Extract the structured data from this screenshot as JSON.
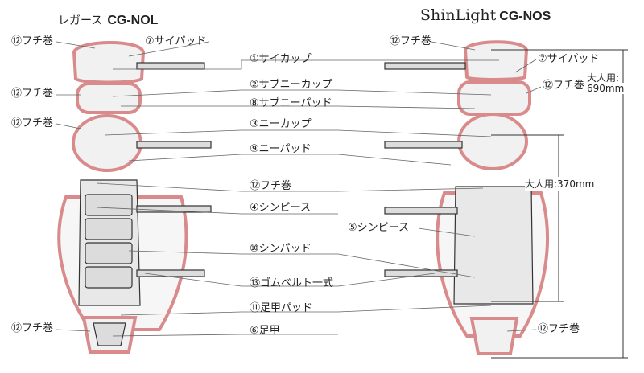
{
  "left_title": {
    "prefix": "レガース",
    "model": "CG-NOL"
  },
  "right_title": {
    "brand": "ShinLight",
    "model": "CG-NOS"
  },
  "center_labels": [
    "①サイカップ",
    "②サブニーカップ",
    "⑧サブニーパッド",
    "③ニーカップ",
    "⑨ニーパッド",
    "⑫フチ巻",
    "④シンピース",
    "⑩シンパッド",
    "⑬ゴムベルト一式",
    "⑪足甲パッド",
    "⑥足甲"
  ],
  "left_labels": {
    "edge_binding": "⑫フチ巻",
    "thigh_pad": "⑦サイパッド"
  },
  "right_labels": {
    "edge_binding": "⑫フチ巻",
    "thigh_pad": "⑦サイパッド",
    "shin_piece": "⑤シンピース"
  },
  "dimensions": {
    "total_line1": "大人用:",
    "total_line2": "690mm",
    "shin": "大人用:370mm"
  },
  "colors": {
    "binding": "#d98a8a",
    "outline": "#333333",
    "line": "#666666"
  }
}
